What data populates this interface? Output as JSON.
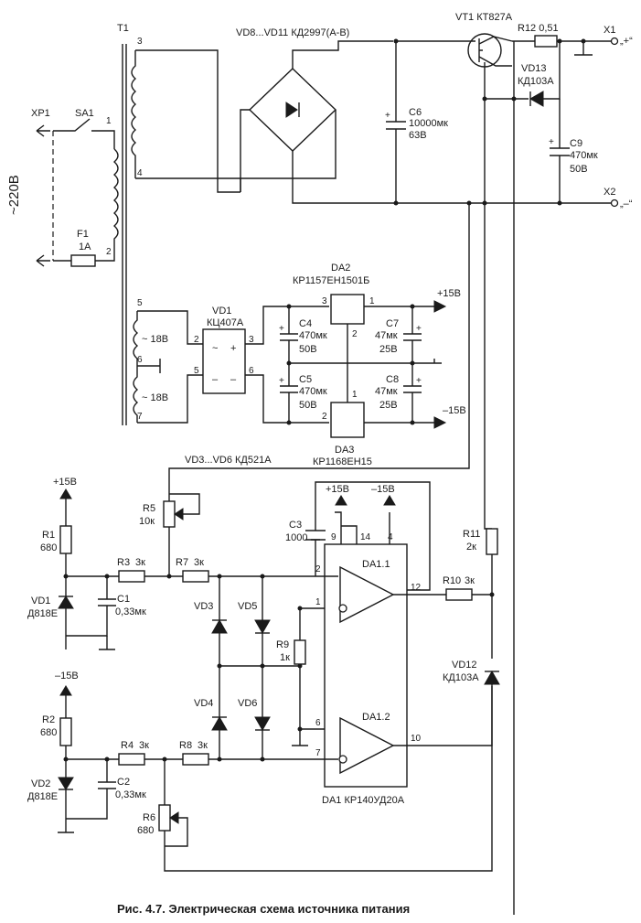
{
  "caption": "Рис. 4.7. Электрическая схема источника питания",
  "mains": {
    "plug": "XP1",
    "switch": "SA1",
    "voltage": "~220В",
    "fuse": "F1",
    "fuse_rating": "1А"
  },
  "transformer": {
    "ref": "T1",
    "pins": [
      "1",
      "2",
      "3",
      "4",
      "5",
      "6",
      "7"
    ],
    "tap1": "~ 18В",
    "tap2": "~ 18В"
  },
  "bridge_main": {
    "ref": "VD8...VD11 КД2997(А-В)"
  },
  "bridge_aux": {
    "ref": "VD1",
    "type": "КЦ407А",
    "pins": [
      "2",
      "3",
      "5",
      "6"
    ],
    "plus": "+",
    "minus": "–",
    "ac1": "~",
    "ac2": "–"
  },
  "transistor": {
    "ref": "VT1 КТ827А"
  },
  "r12": {
    "ref": "R12 0,51"
  },
  "vd13": {
    "ref": "VD13",
    "type": "КД103А"
  },
  "outputs": {
    "x1": "X1",
    "x1_sign": "„+“",
    "x2": "X2",
    "x2_sign": "„–“"
  },
  "caps": {
    "c6": {
      "ref": "C6",
      "value": "10000мк",
      "voltage": "63В"
    },
    "c9": {
      "ref": "C9",
      "value": "470мк",
      "voltage": "50В"
    },
    "c4": {
      "ref": "C4",
      "value": "470мк",
      "voltage": "50В"
    },
    "c5": {
      "ref": "C5",
      "value": "470мк",
      "voltage": "50В"
    },
    "c7": {
      "ref": "C7",
      "value": "47мк",
      "voltage": "25В"
    },
    "c8": {
      "ref": "C8",
      "value": "47мк",
      "voltage": "25В"
    },
    "c3": {
      "ref": "C3",
      "value": "1000"
    },
    "c1": {
      "ref": "C1",
      "value": "0,33мк"
    },
    "c2": {
      "ref": "C2",
      "value": "0,33мк"
    }
  },
  "regulators": {
    "da2": {
      "ref": "DA2",
      "type": "КР1157ЕН1501Б",
      "pins": [
        "3",
        "1",
        "2"
      ]
    },
    "da3": {
      "ref": "DA3",
      "type": "КР1168ЕН15",
      "pins": [
        "1",
        "2"
      ]
    }
  },
  "rails": {
    "plus15": "+15В",
    "minus15": "–15В"
  },
  "diodes_clamp": {
    "ref": "VD3...VD6 КД521А",
    "vd3": "VD3",
    "vd4": "VD4",
    "vd5": "VD5",
    "vd6": "VD6"
  },
  "resistors": {
    "r1": {
      "ref": "R1",
      "value": "680"
    },
    "r2": {
      "ref": "R2",
      "value": "680"
    },
    "r3": {
      "ref": "R3",
      "value": "3к"
    },
    "r4": {
      "ref": "R4",
      "value": "3к"
    },
    "r5": {
      "ref": "R5",
      "value": "10к"
    },
    "r6": {
      "ref": "R6",
      "value": "680"
    },
    "r7": {
      "ref": "R7",
      "value": "3к"
    },
    "r8": {
      "ref": "R8",
      "value": "3к"
    },
    "r9": {
      "ref": "R9",
      "value": "1к"
    },
    "r10": {
      "ref": "R10",
      "value": "3к"
    },
    "r11": {
      "ref": "R11",
      "value": "2к"
    }
  },
  "zeners": {
    "vd1": {
      "ref": "VD1",
      "type": "Д818Е"
    },
    "vd2": {
      "ref": "VD2",
      "type": "Д818Е"
    }
  },
  "vd12": {
    "ref": "VD12",
    "type": "КД103А"
  },
  "opamp": {
    "ref": "DA1 КР140УД20А",
    "da11": "DA1.1",
    "da12": "DA1.2",
    "pins": [
      "2",
      "1",
      "12",
      "6",
      "7",
      "10",
      "9",
      "14",
      "4"
    ]
  }
}
